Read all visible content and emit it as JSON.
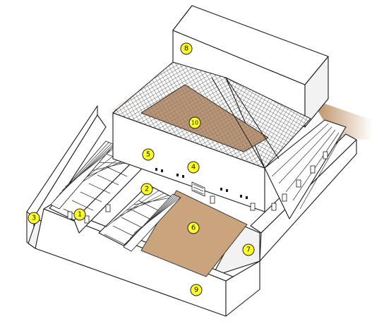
{
  "diagram": {
    "labels": [
      {
        "id": "1",
        "text": "1"
      },
      {
        "id": "2",
        "text": "2"
      },
      {
        "id": "3",
        "text": "3"
      },
      {
        "id": "4",
        "text": "4"
      },
      {
        "id": "5",
        "text": "5"
      },
      {
        "id": "6",
        "text": "6"
      },
      {
        "id": "7",
        "text": "7"
      },
      {
        "id": "8",
        "text": "8"
      },
      {
        "id": "9",
        "text": "9"
      },
      {
        "id": "10",
        "text": "10"
      }
    ],
    "colors": {
      "dirt_floor": "#c9a47c",
      "roof_tile": "#8a8a8a",
      "roof_inner": "#b89574",
      "badge": "#ffff22",
      "shadow": "#b07a45"
    }
  }
}
